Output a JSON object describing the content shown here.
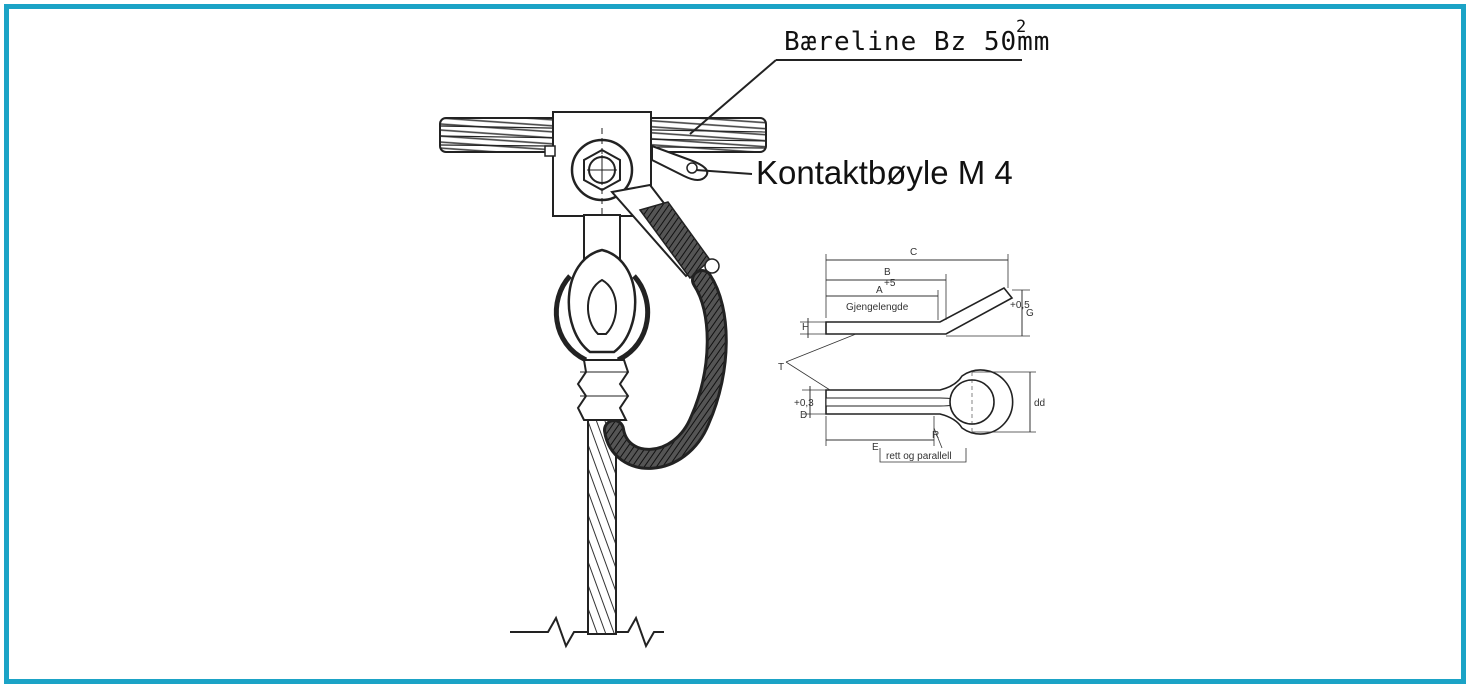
{
  "labels": {
    "carrier_line": "Bæreline Bz 50mm",
    "carrier_line_sup": "2",
    "contact_clip": "Kontaktbøyle M 4",
    "thread_length": "Gjengelengde",
    "straight_parallel": "rett og parallell"
  },
  "dimensions": {
    "c": "C",
    "b": "B",
    "b_tol": "+5",
    "a": "A",
    "h": "H",
    "g": "G",
    "g_tol": "+0,5",
    "t": "T",
    "d": "D",
    "d_tol": "+0,3",
    "dd": "dd",
    "e": "E",
    "r": "R"
  },
  "colors": {
    "frame": "#1ba3c6",
    "ink": "#111111"
  }
}
